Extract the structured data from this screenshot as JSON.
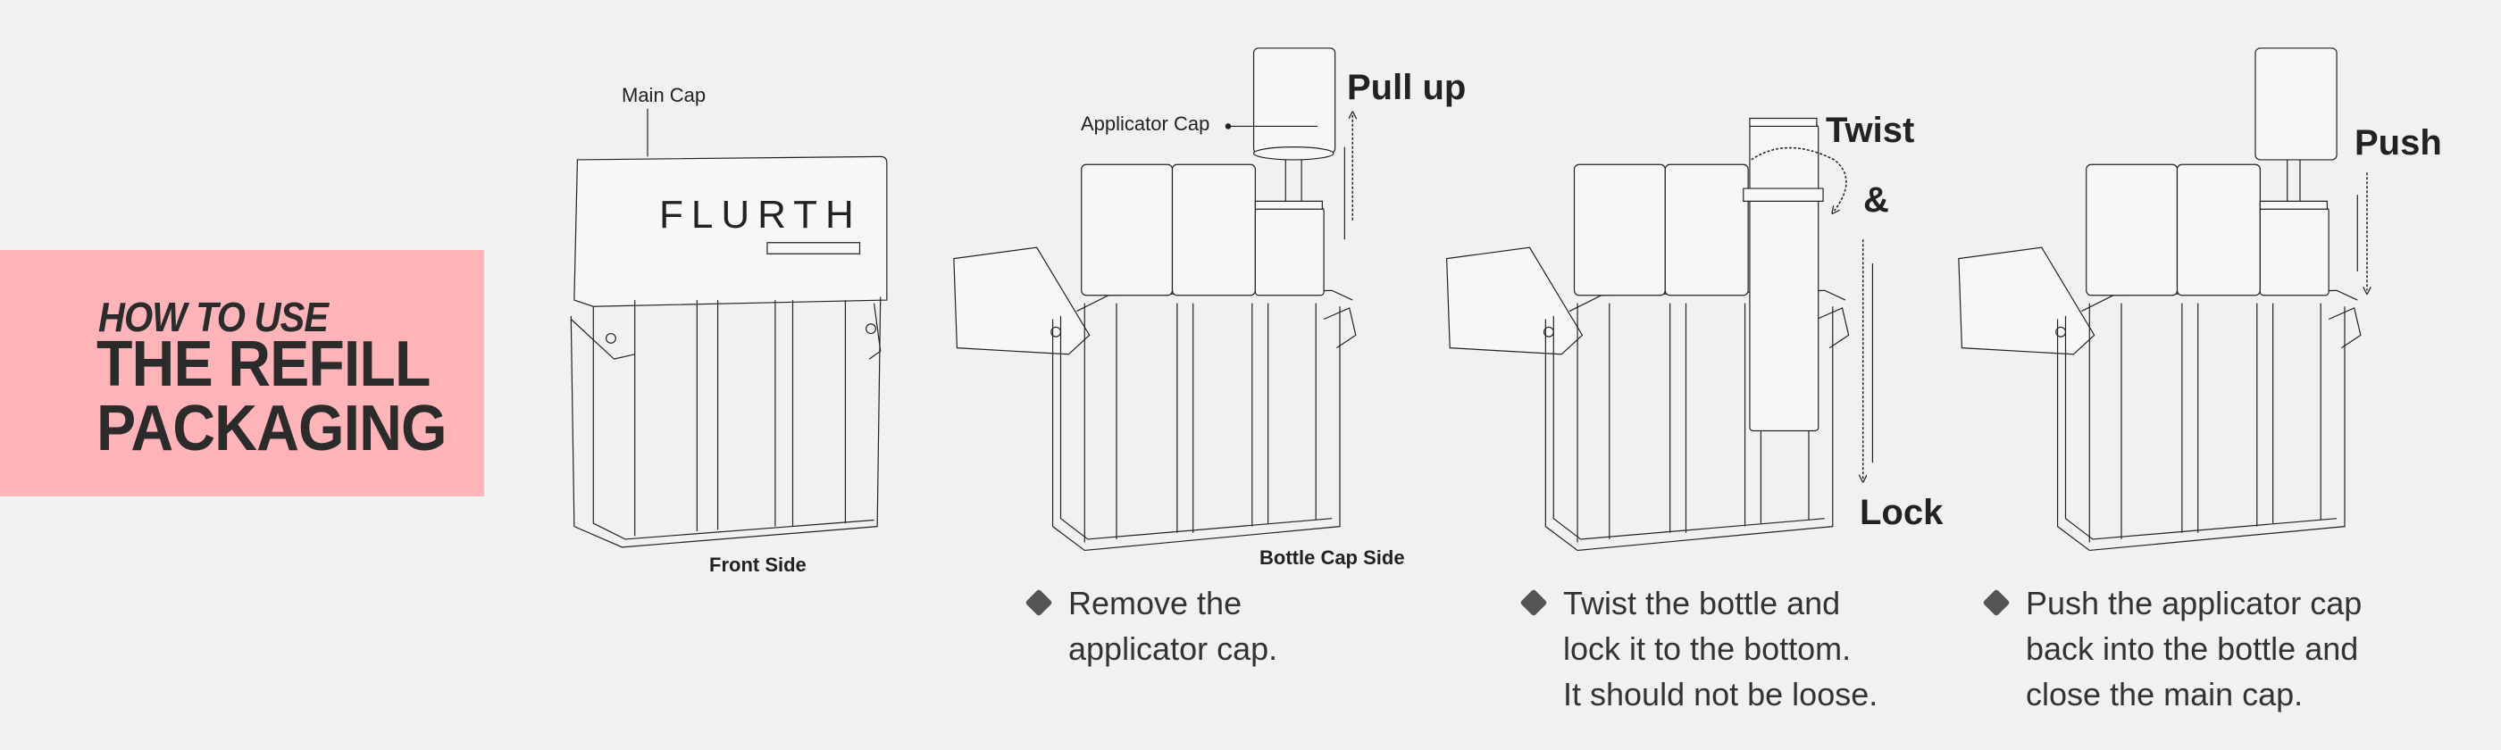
{
  "title": {
    "line1": "HOW TO USE",
    "line2": "THE REFILL",
    "line3": "PACKAGING"
  },
  "colors": {
    "accent": "#ffb4b9",
    "text": "#2b2b2b",
    "bullet": "#555555"
  },
  "panel1": {
    "main_cap_label": "Main Cap",
    "brand": "FLURTH",
    "caption": "Front Side"
  },
  "panel2": {
    "applicator_cap_label": "Applicator Cap",
    "action": "Pull up",
    "caption": "Bottle Cap Side",
    "step": [
      "Remove the",
      "applicator cap."
    ]
  },
  "panel3": {
    "action_1": "Twist",
    "action_amp": "&",
    "action_2": "Lock",
    "step": [
      "Twist the bottle and",
      "lock it to the bottom.",
      "It should not be loose."
    ]
  },
  "panel4": {
    "action": "Push",
    "step": [
      "Push the applicator cap",
      "back into the bottle and",
      "close the main cap."
    ]
  },
  "icons": {
    "bullet": "diamond-bullet-icon",
    "arrow": "dashed-arrow-icon"
  }
}
